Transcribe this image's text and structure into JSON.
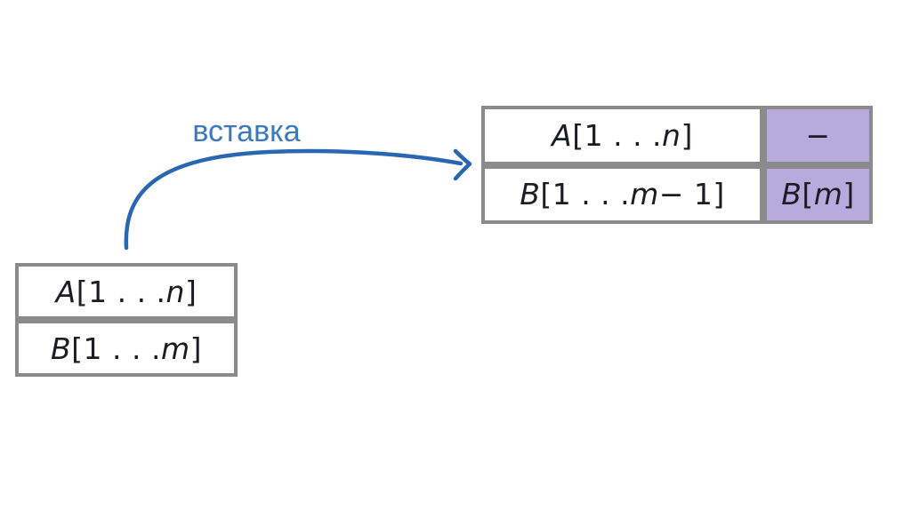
{
  "colors": {
    "background": "#ffffff",
    "frame_edge": "#e9e9e9",
    "arrow_blue": "#2a67b2",
    "label_blue": "#3a7abc",
    "table_border_gray": "#8b8b8b",
    "cell_white": "#ffffff",
    "highlight_purple": "#b7abde",
    "math_text": "#1c1c24"
  },
  "diagram": {
    "label": {
      "text": "вставка"
    },
    "source_table": {
      "row_a": {
        "var": "A",
        "open": "[1 . . . ",
        "idx": "n",
        "close": "]"
      },
      "row_b": {
        "var": "B",
        "open": "[1 . . . ",
        "idx": "m",
        "close": "]"
      }
    },
    "result_table": {
      "row_a": {
        "main": {
          "var": "A",
          "open": "[1 . . . ",
          "idx": "n",
          "close": "]"
        },
        "tail": {
          "text": "−"
        }
      },
      "row_b": {
        "main": {
          "var": "B",
          "open": "[1 . . . ",
          "idx": "m",
          "close": " − 1]"
        },
        "tail": {
          "var": "B",
          "open": "[",
          "idx": "m",
          "close": "]"
        }
      }
    }
  }
}
